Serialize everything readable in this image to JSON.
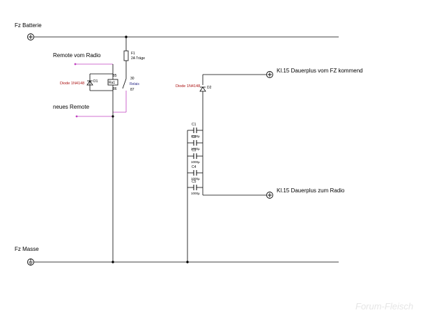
{
  "rails": {
    "battery_label": "Fz Batterie",
    "ground_label": "Fz Masse"
  },
  "inputs": {
    "remote_from_radio": "Remote vom Radio",
    "new_remote": "neues Remote"
  },
  "fuse": {
    "ref": "F1",
    "value": "2A Träge"
  },
  "relay": {
    "ref": "Ra1",
    "name": "Relais",
    "pins": {
      "p85": "85",
      "p86": "86",
      "p30": "30",
      "p87": "87"
    }
  },
  "diodes": [
    {
      "value": "Diode 1N4148",
      "ref": "D1"
    },
    {
      "value": "Diode 1N4148",
      "ref": "D2"
    }
  ],
  "capacitors": [
    {
      "ref": "C1",
      "value": "1000µ"
    },
    {
      "ref": "C2",
      "value": "1000µ"
    },
    {
      "ref": "C3",
      "value": "1000µ"
    },
    {
      "ref": "C4",
      "value": "1000µ"
    },
    {
      "ref": "C5",
      "value": "1000µ"
    }
  ],
  "outputs": {
    "kl15_in": "Kl.15 Dauerplus vom FZ kommend",
    "kl15_radio": "Kl.15 Dauerplus zum Radio"
  },
  "colors": {
    "wire": "#000000",
    "remote_wire": "#c040c0",
    "diode_label": "#aa1111",
    "relay_label": "#2a2a88"
  },
  "icons": {
    "plus_terminal": "circle-plus-icon",
    "ground_terminal": "ground-symbol-icon"
  },
  "watermark": "Forum-Fleisch"
}
